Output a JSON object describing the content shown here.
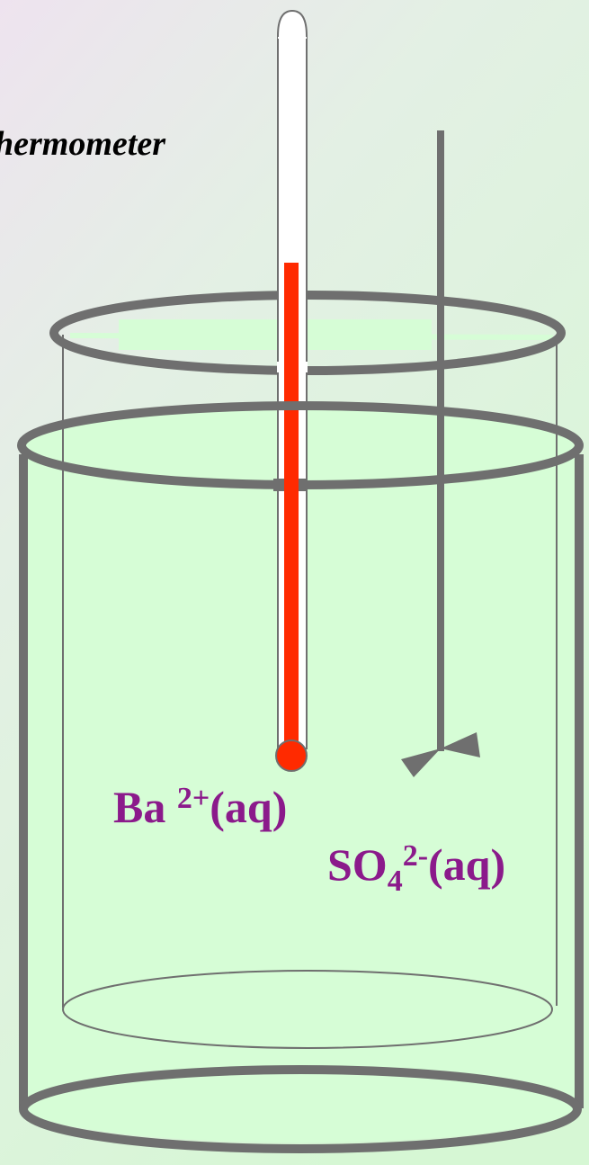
{
  "labels": {
    "thermometer": "hermometer",
    "barium": {
      "symbol": "Ba",
      "charge": "2+",
      "state": "(aq)"
    },
    "sulfate": {
      "symbol": "SO",
      "subscript": "4",
      "charge": "2-",
      "state": "(aq)"
    }
  },
  "colors": {
    "background_top_left": "#eee3ef",
    "background_bottom": "#d6f7d4",
    "liquid": "#d6fdd6",
    "vessel_stroke": "#6f6f6f",
    "mercury": "#ff2a00",
    "ion_label": "#8B1A8B"
  },
  "icons": [
    "thermometer-icon",
    "stirrer-icon",
    "beaker-icon"
  ]
}
